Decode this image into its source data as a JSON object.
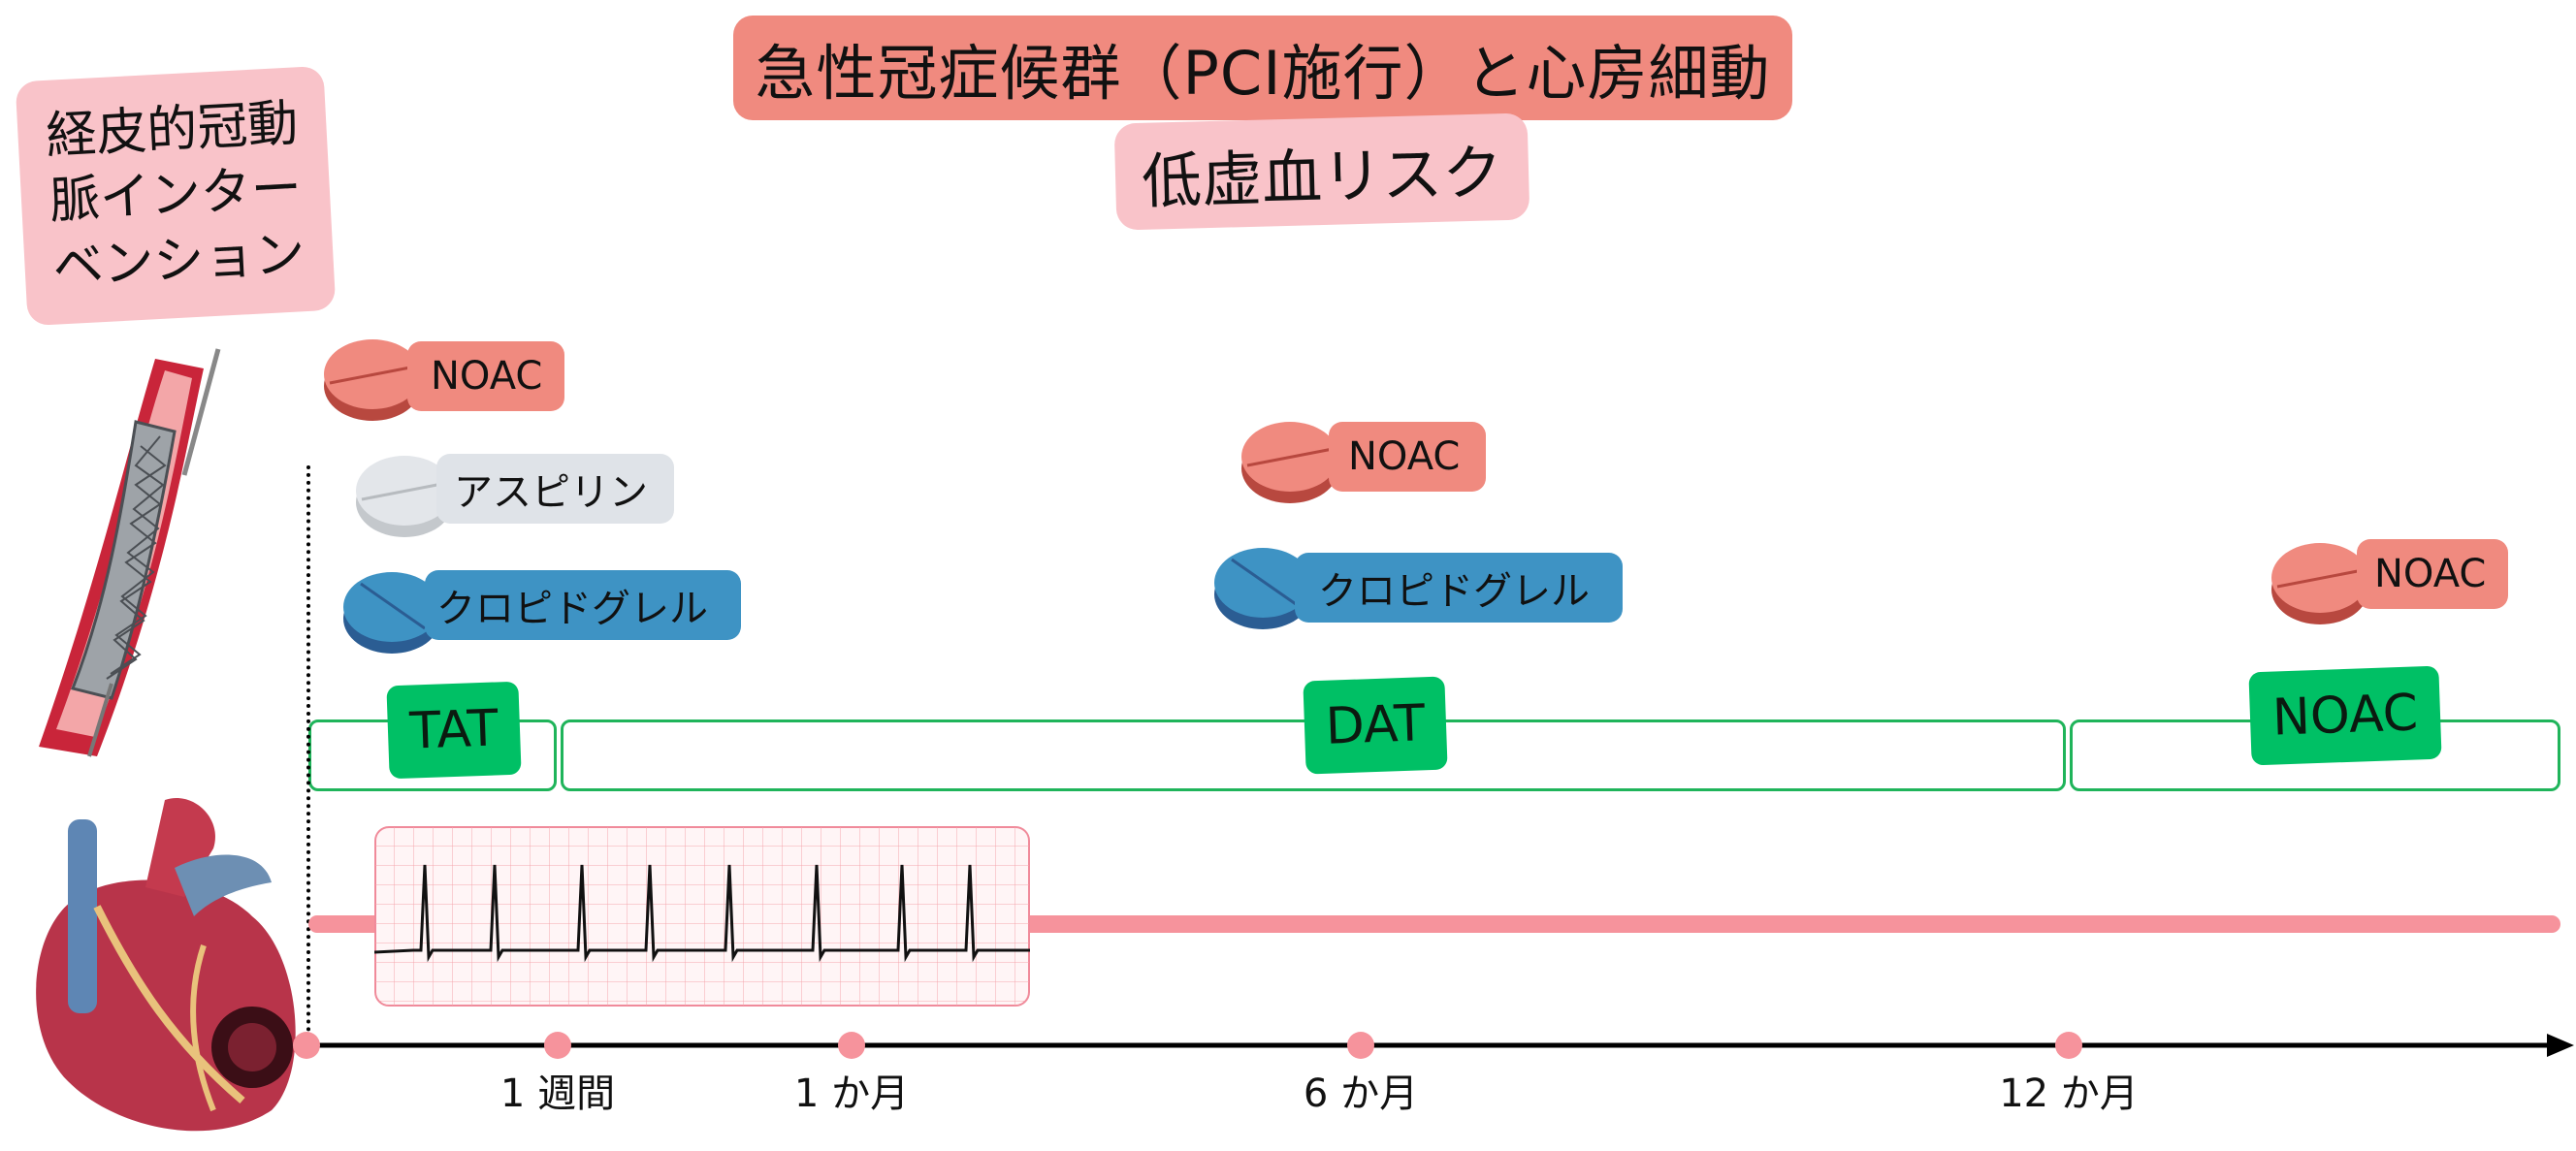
{
  "title": "急性冠症候群（PCI施行）と心房細動",
  "subtitle": "低虚血リスク",
  "pci_label_lines": [
    "経皮的冠動",
    "脈インター",
    "ベンション"
  ],
  "drugs": {
    "noac": "NOAC",
    "aspirin": "アスピリン",
    "clopidogrel": "クロピドグレル"
  },
  "regimens": {
    "tat": "TAT",
    "dat": "DAT",
    "noac": "NOAC"
  },
  "timeline": {
    "labels": [
      "1 週間",
      "1 か月",
      "6 か月",
      "12 か月"
    ]
  },
  "colors": {
    "salmon": "#f08a7f",
    "pink": "#f9c3c9",
    "blue": "#3e93c4",
    "grey": "#dfe3e8",
    "green": "#00c065",
    "axis": "#000000"
  }
}
